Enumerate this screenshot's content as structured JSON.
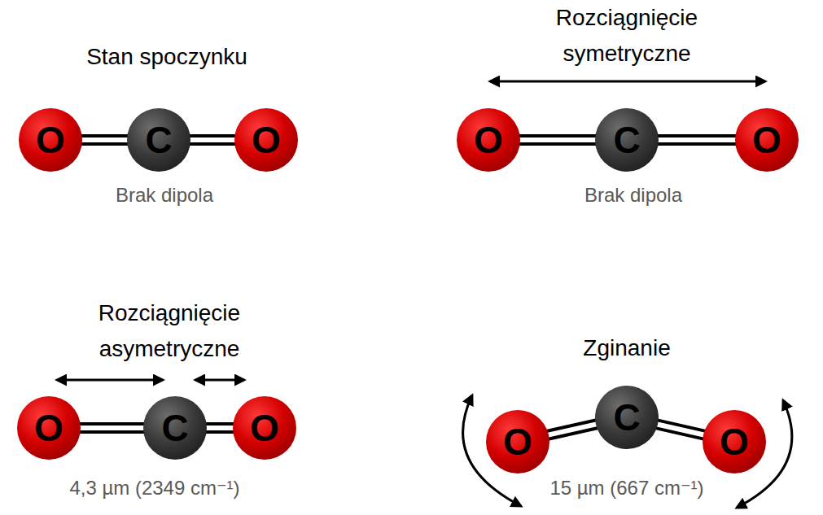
{
  "diagram": {
    "nodes": [
      {
        "text": [
          "O"
        ]
      },
      {
        "text": [
          "C"
        ]
      },
      {
        "text": [
          "O"
        ]
      },
      {
        "text": [
          "O"
        ]
      },
      {
        "text": [
          "C"
        ]
      },
      {
        "text": [
          "O"
        ]
      },
      {
        "text": [
          "O"
        ]
      },
      {
        "text": [
          "C"
        ]
      },
      {
        "text": [
          "O"
        ]
      },
      {
        "text": [
          "O"
        ]
      },
      {
        "text": [
          "C"
        ]
      },
      {
        "text": [
          "O"
        ]
      }
    ],
    "edges": [
      {
        "from": 0,
        "to": 1,
        "arrow": "none"
      },
      {
        "from": 1,
        "to": 2,
        "arrow": "none"
      },
      {
        "from": 3,
        "to": 4,
        "arrow": "none"
      },
      {
        "from": 4,
        "to": 5,
        "arrow": "none"
      },
      {
        "from": 6,
        "to": 7,
        "arrow": "none"
      },
      {
        "from": 7,
        "to": 8,
        "arrow": "none"
      },
      {
        "from": 9,
        "to": 10,
        "arrow": "none"
      },
      {
        "from": 10,
        "to": 11,
        "arrow": "none"
      }
    ],
    "labels": [
      "Stan spoczynku",
      "Brak dipola",
      "Rozciągnięcie symetryczne",
      "Brak dipola",
      "Rozciągnięcie asymetryczne",
      "4,3 µm (2349 cm⁻¹)",
      "Zginanie",
      "15 µm (667 cm⁻¹)"
    ]
  }
}
